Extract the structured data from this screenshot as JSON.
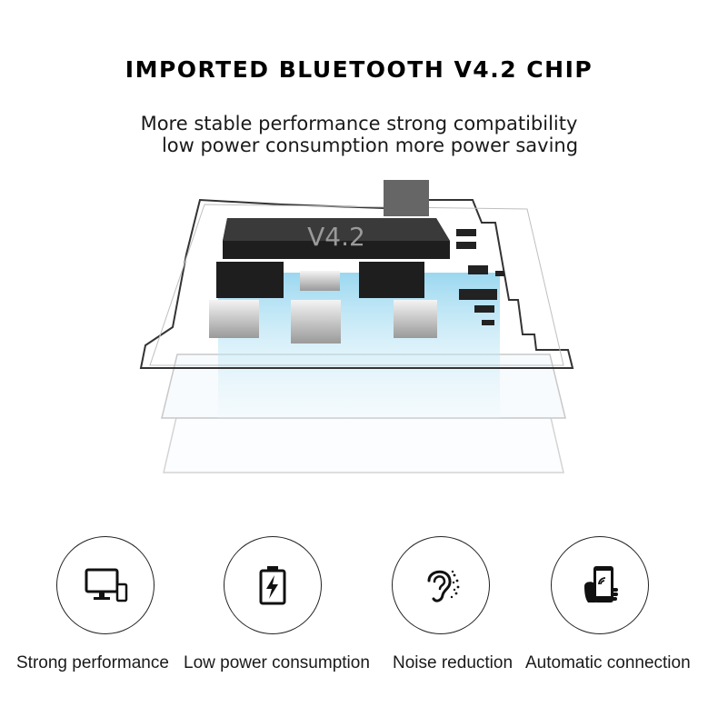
{
  "header": {
    "title": "IMPORTED BLUETOOTH V4.2 CHIP",
    "subtitle_line1": "More stable performance strong compatibility",
    "subtitle_line2": "low power consumption more power saving"
  },
  "chip": {
    "label": "V4.2"
  },
  "features": [
    {
      "icon": "monitor-phone-icon",
      "label": "Strong performance"
    },
    {
      "icon": "battery-icon",
      "label": "Low power consumption"
    },
    {
      "icon": "ear-icon",
      "label": "Noise reduction"
    },
    {
      "icon": "hand-phone-icon",
      "label": "Automatic connection"
    }
  ],
  "colors": {
    "chip_dark": "#1e1e1e",
    "glow": "#8fd3ee",
    "ink": "#111111"
  }
}
